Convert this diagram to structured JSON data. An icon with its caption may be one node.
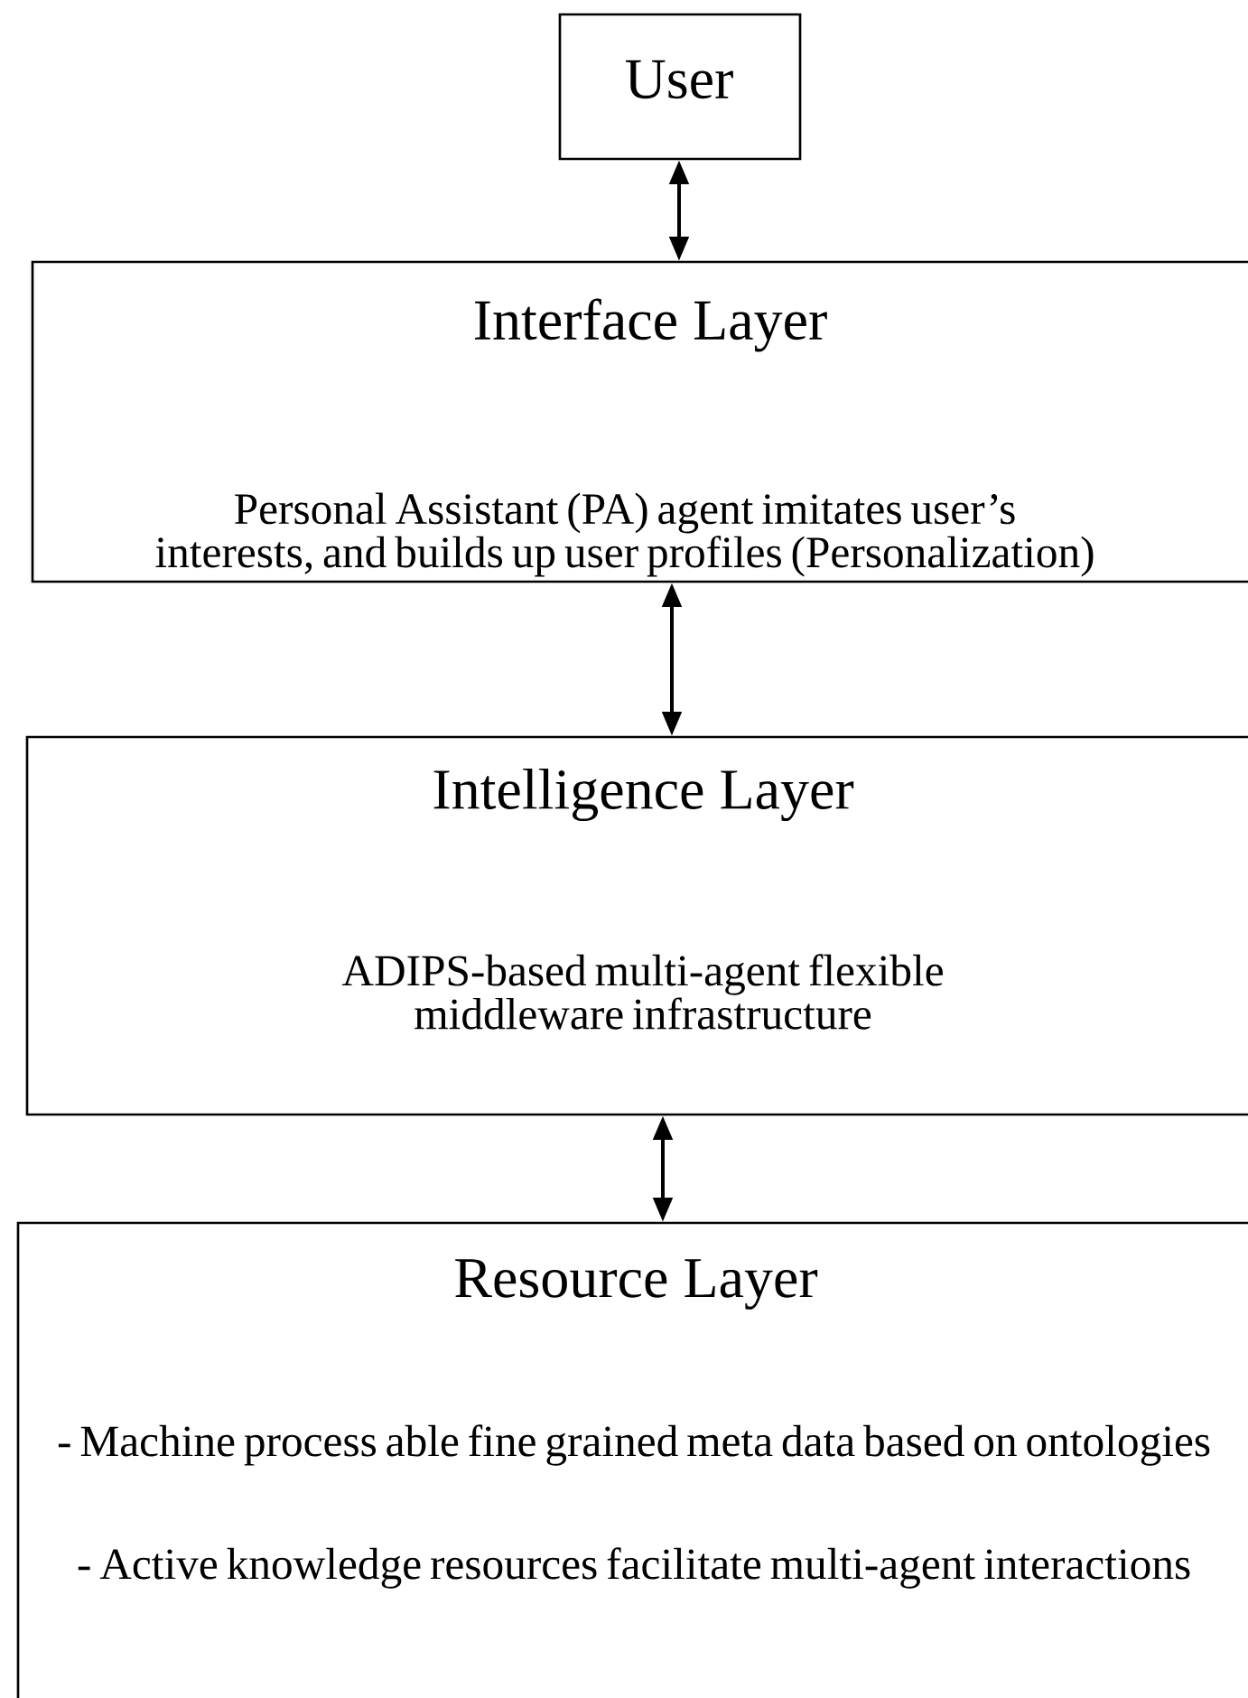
{
  "diagram": {
    "nodes": [
      {
        "text": [
          "User"
        ]
      },
      {
        "text": [
          "Interface Layer",
          "Personal Assistant (PA) agent imitates user’s interests, and builds up user profiles (Personalization)"
        ]
      },
      {
        "text": [
          "Intelligence Layer",
          "ADIPS-based multi-agent flexible middleware infrastructure"
        ]
      },
      {
        "text": [
          "Resource Layer",
          "- Machine process able fine grained meta data based on ontologies",
          "- Active knowledge resources facilitate multi-agent interactions"
        ]
      }
    ],
    "edges": [
      {
        "from": 0,
        "to": 1,
        "arrow": "both"
      },
      {
        "from": 1,
        "to": 2,
        "arrow": "both"
      },
      {
        "from": 2,
        "to": 3,
        "arrow": "both"
      }
    ]
  }
}
